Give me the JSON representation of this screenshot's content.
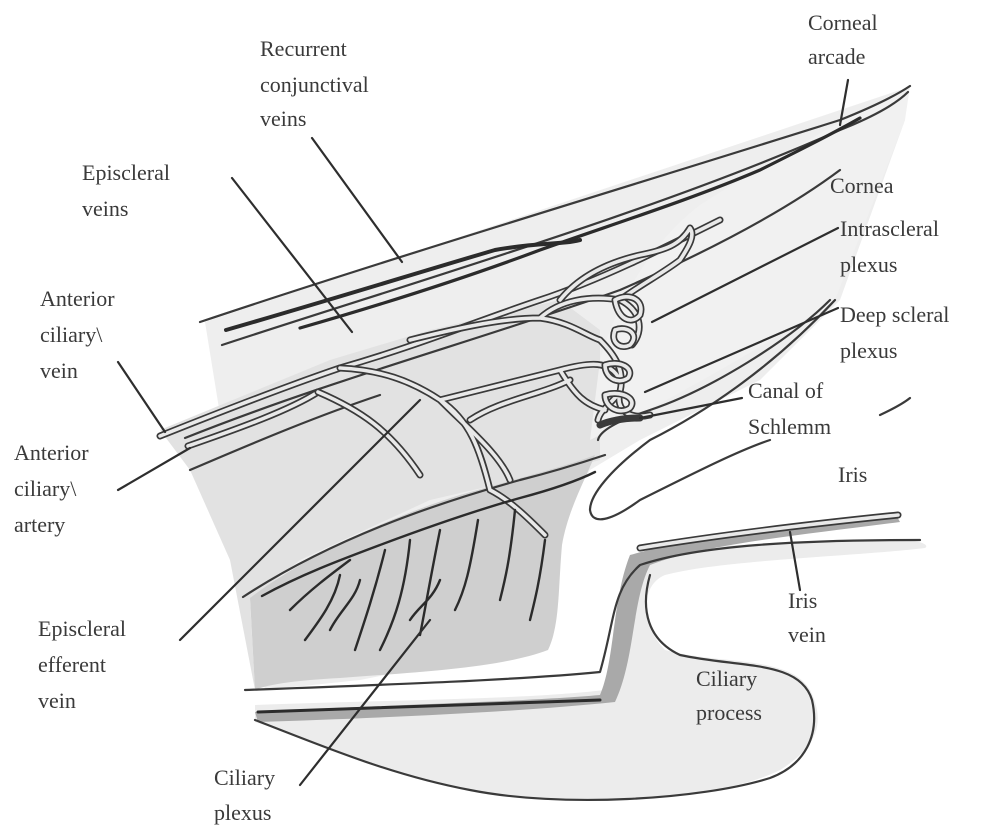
{
  "labels": {
    "corneal_arcade": [
      "Corneal",
      "arcade"
    ],
    "recurrent_conjunctival_veins": [
      "Recurrent",
      "conjunctival",
      "veins"
    ],
    "episcleral_veins": [
      "Episcleral",
      "veins"
    ],
    "cornea": [
      "Cornea"
    ],
    "intrascleral_plexus": [
      "Intrascleral",
      "plexus"
    ],
    "deep_scleral_plexus": [
      "Deep scleral",
      "plexus"
    ],
    "anterior_ciliary_vein": [
      "Anterior",
      "ciliary\\",
      "vein"
    ],
    "canal_of_schlemm": [
      "Canal of",
      "Schlemm"
    ],
    "anterior_ciliary_artery": [
      "Anterior",
      "ciliary\\",
      "artery"
    ],
    "iris": [
      "Iris"
    ],
    "iris_vein": [
      "Iris",
      "vein"
    ],
    "episcleral_efferent_vein": [
      "Episcleral",
      "efferent",
      "vein"
    ],
    "ciliary_process": [
      "Ciliary",
      "process"
    ],
    "ciliary_plexus": [
      "Ciliary",
      "plexus"
    ]
  },
  "colors": {
    "background": "#ffffff",
    "tissue_light": "#ececec",
    "tissue_mid": "#d6d6d6",
    "tissue_dark": "#bdbdbd",
    "line": "#2e2e2e"
  }
}
